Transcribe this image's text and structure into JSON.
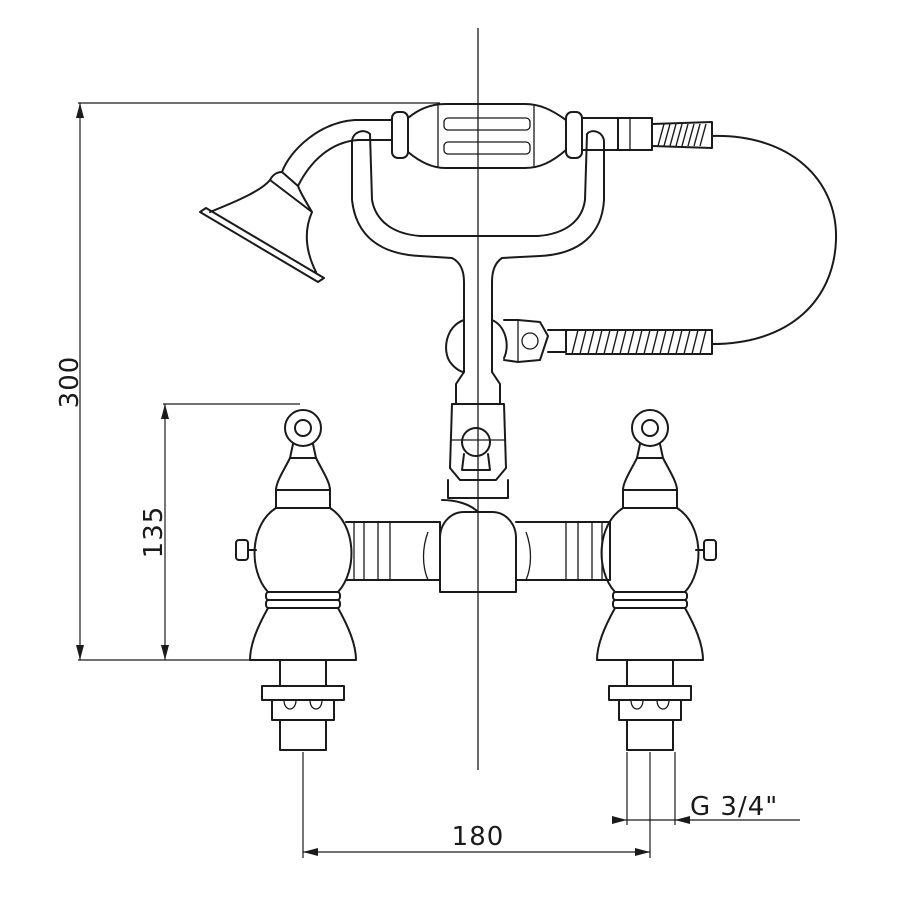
{
  "dimensions": {
    "total_height": "300",
    "tap_height": "135",
    "centres": "180",
    "thread": "G 3/4\""
  },
  "colors": {
    "line": "#1a1a1a",
    "background": "#ffffff"
  }
}
